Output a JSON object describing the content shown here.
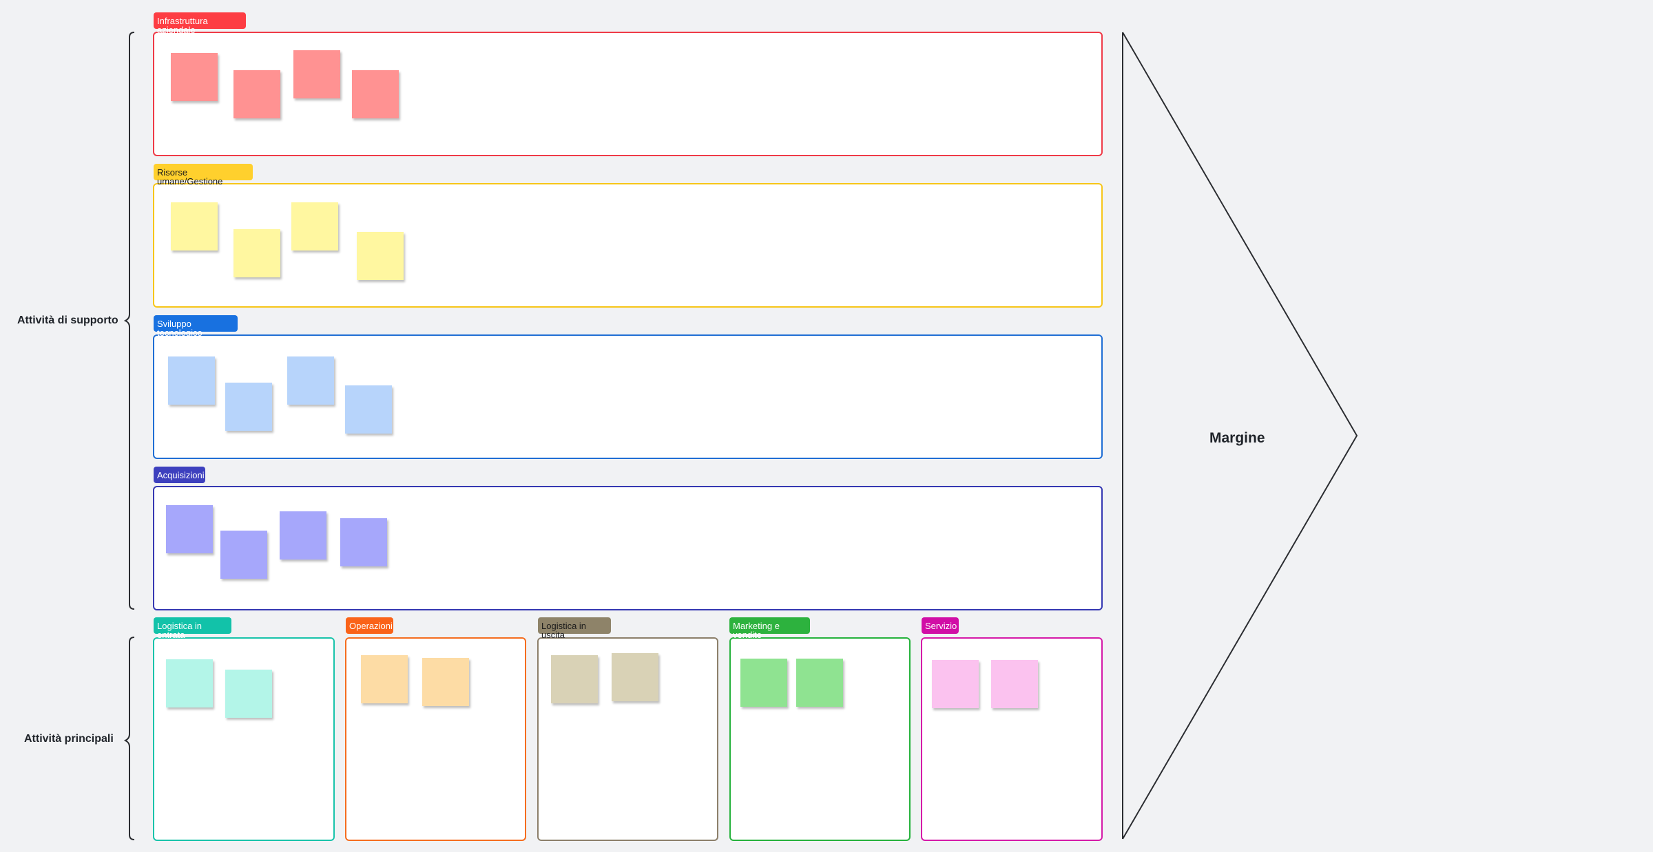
{
  "side_labels": {
    "support": "Attività di supporto",
    "primary": "Attività principali"
  },
  "margin_label": "Margine",
  "support_activities": [
    {
      "label": "Infrastruttura aziendale",
      "color": "#fd3d43",
      "border": "#ef3a47",
      "sticky_color": "#ff9292"
    },
    {
      "label": "Risorse umane/Gestione",
      "color": "#ffd02d",
      "border": "#f7c619",
      "sticky_color": "#fff7a0"
    },
    {
      "label": "Sviluppo tecnologico",
      "color": "#1871e0",
      "border": "#1f6ed4",
      "sticky_color": "#b7d4fb"
    },
    {
      "label": "Acquisizioni",
      "color": "#3d40be",
      "border": "#3538b2",
      "sticky_color": "#a6a7fb"
    }
  ],
  "primary_activities": [
    {
      "label": "Logistica in entrata",
      "color": "#12c2a9",
      "border": "#18c3aa",
      "sticky_color": "#b3f5e8"
    },
    {
      "label": "Operazioni",
      "color": "#fa6319",
      "border": "#f56d1f",
      "sticky_color": "#fddca5"
    },
    {
      "label": "Logistica in uscita",
      "color": "#8e8369",
      "border": "#8c7f6a",
      "sticky_color": "#d9d2b6"
    },
    {
      "label": "Marketing e vendite",
      "color": "#2db23e",
      "border": "#25b23c",
      "sticky_color": "#8fe391"
    },
    {
      "label": "Servizio",
      "color": "#d10ea6",
      "border": "#d51aa8",
      "sticky_color": "#fbc2ef"
    }
  ]
}
